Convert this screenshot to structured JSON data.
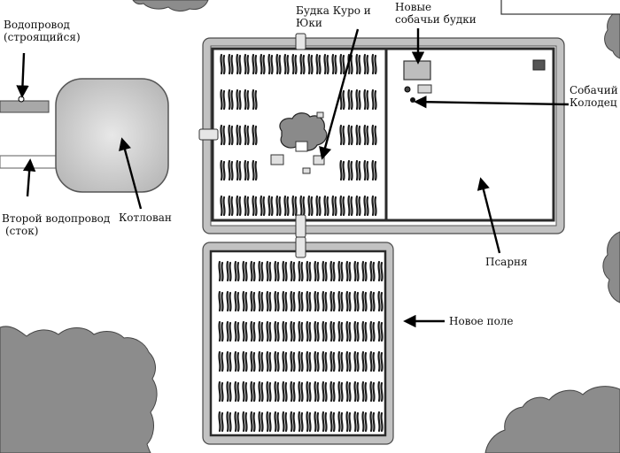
{
  "labels": {
    "water_pipe_line1": "Водопровод",
    "water_pipe_line2": "(строящийся)",
    "second_pipe_line1": "Второй водопровод",
    "second_pipe_line2": "(сток)",
    "pit": "Котлован",
    "kennel_ku_line1": "Будка Куро и",
    "kennel_ku_line2": "Юки",
    "new_kennels_line1": "Новые",
    "new_kennels_line2": "собачьи будки",
    "dog_well_line1": "Собачий",
    "dog_well_line2": "Колодец",
    "psarnya": "Псарня",
    "new_field": "Новое поле"
  },
  "colors": {
    "wall": "#bdbdbd",
    "wall_stroke": "#4a4a4a",
    "crop": "#1c1c1c",
    "forest": "#8c8c8c",
    "water": "#9a9a9a",
    "ground": "#ffffff"
  }
}
